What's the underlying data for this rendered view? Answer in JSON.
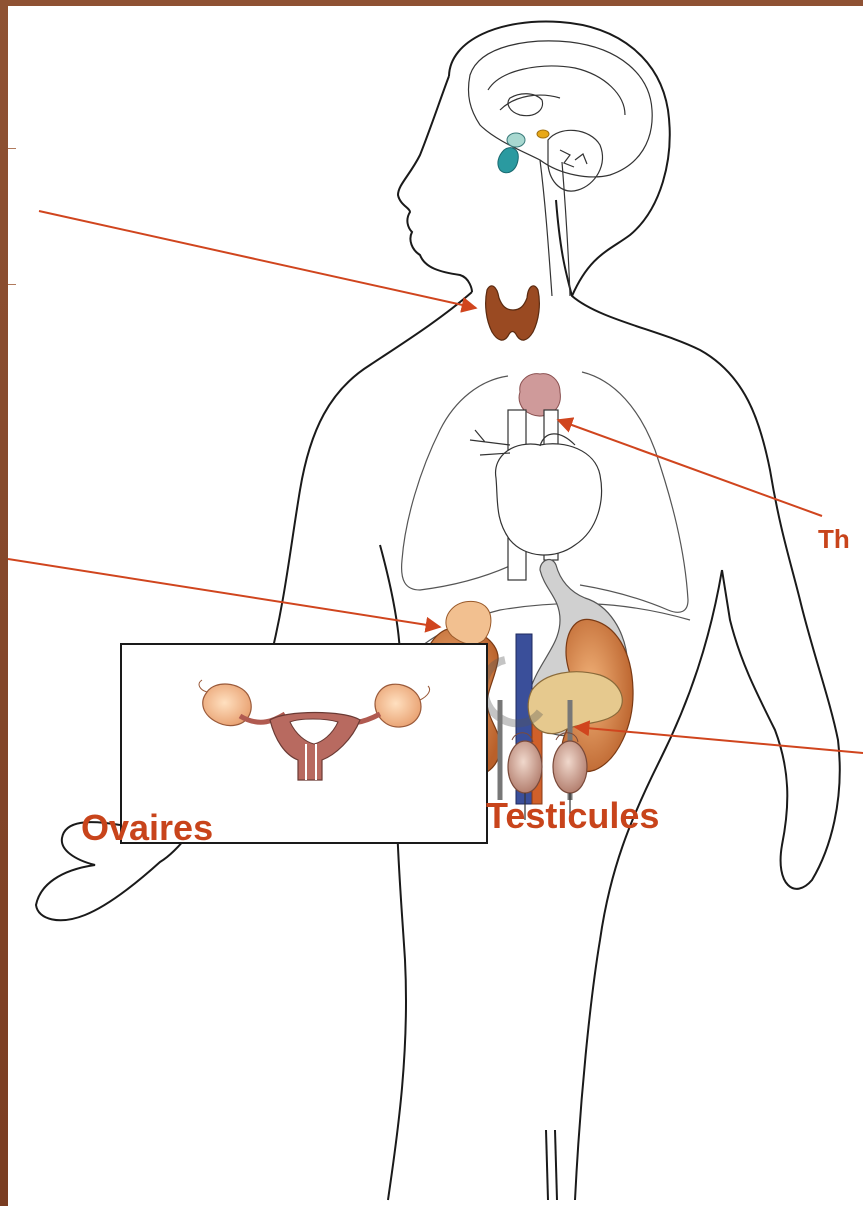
{
  "diagram": {
    "labels": {
      "ovaires": "Ovaires",
      "testicules": "Testicules",
      "thymus_partial": "Th"
    },
    "colors": {
      "label": "#c8441b",
      "arrow": "#d0451e",
      "frame": "#8a4a2c",
      "outline": "#1a1a1a",
      "thyroid": "#9a4a22",
      "kidney": "#d07a3a",
      "pancreas": "#e0c28a",
      "ovary": "#f2b98a",
      "uterus": "#b05a50",
      "testis": "#c89a86",
      "thymus": "#c48a8a",
      "vein": "#3a4f9a",
      "artery": "#d0602a",
      "pineal": "#e8a818",
      "pituitary": "#2a9aa0"
    },
    "structures": [
      "brain-icon",
      "pituitary-icon",
      "pineal-icon",
      "thyroid-icon",
      "thymus-icon",
      "lungs-icon",
      "heart-icon",
      "stomach-icon",
      "kidney-icon",
      "adrenal-icon",
      "pancreas-icon",
      "ovaries-icon",
      "uterus-icon",
      "testicles-icon"
    ]
  }
}
